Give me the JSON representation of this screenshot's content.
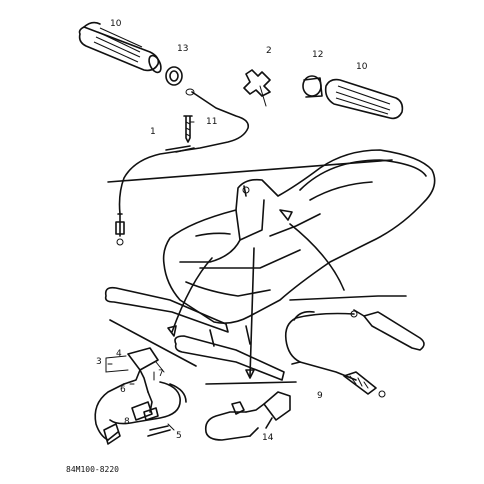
{
  "callouts": {
    "c1": "1",
    "c2": "2",
    "c3": "3",
    "c4": "4",
    "c5": "5",
    "c6": "6",
    "c7": "7",
    "c8": "8",
    "c9": "9",
    "c10a": "10",
    "c10b": "10",
    "c11": "11",
    "c12": "12",
    "c13": "13",
    "c14": "14"
  },
  "drawing_code": "84M100-8220"
}
